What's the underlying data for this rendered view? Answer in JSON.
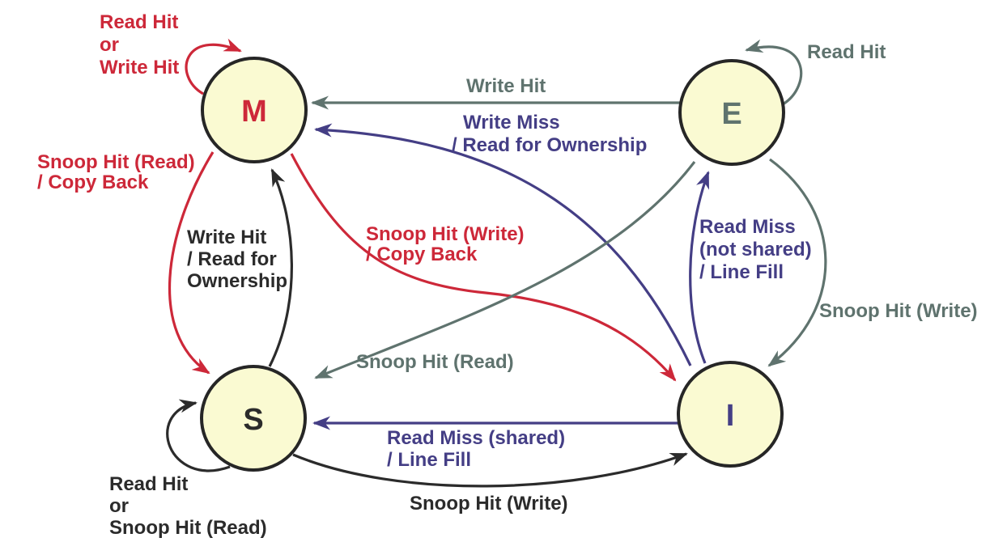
{
  "diagram": {
    "type": "state-machine",
    "colors": {
      "background": "#FFFFFF",
      "state_fill": "#FAFAD2",
      "state_border": "#262626",
      "red": "#CD2839",
      "gray": "#5F736E",
      "purple": "#443E85",
      "black": "#2B2B2B"
    },
    "states": {
      "m": {
        "label": "M",
        "color": "#CD2839"
      },
      "e": {
        "label": "E",
        "color": "#5F736E"
      },
      "s": {
        "label": "S",
        "color": "#2B2B2B"
      },
      "i": {
        "label": "I",
        "color": "#443E85"
      }
    },
    "transitions": {
      "m_self": {
        "from": "M",
        "to": "M",
        "color": "#CD2839",
        "lines": [
          "Read Hit",
          "or",
          "Write Hit"
        ]
      },
      "e_self": {
        "from": "E",
        "to": "E",
        "color": "#5F736E",
        "lines": [
          "Read Hit"
        ]
      },
      "e_to_m": {
        "from": "E",
        "to": "M",
        "color": "#5F736E",
        "lines": [
          "Write Hit"
        ]
      },
      "i_to_m": {
        "from": "I",
        "to": "M",
        "color": "#443E85",
        "lines": [
          "Write Miss",
          "/ Read for Ownership"
        ]
      },
      "m_to_s": {
        "from": "M",
        "to": "S",
        "color": "#CD2839",
        "lines": [
          "Snoop Hit (Read)",
          "/ Copy Back"
        ]
      },
      "s_to_m": {
        "from": "S",
        "to": "M",
        "color": "#2B2B2B",
        "lines": [
          "Write Hit",
          "/ Read for",
          "Ownership"
        ]
      },
      "m_to_i": {
        "from": "M",
        "to": "I",
        "color": "#CD2839",
        "lines": [
          "Snoop Hit (Write)",
          "/ Copy Back"
        ]
      },
      "e_to_s": {
        "from": "E",
        "to": "S",
        "color": "#5F736E",
        "lines": [
          "Snoop Hit (Read)"
        ]
      },
      "i_to_e": {
        "from": "I",
        "to": "E",
        "color": "#443E85",
        "lines": [
          "Read Miss",
          "(not shared)",
          "/ Line Fill"
        ]
      },
      "e_to_i": {
        "from": "E",
        "to": "I",
        "color": "#5F736E",
        "lines": [
          "Snoop Hit (Write)"
        ]
      },
      "i_to_s": {
        "from": "I",
        "to": "S",
        "color": "#443E85",
        "lines": [
          "Read Miss (shared)",
          "/ Line Fill"
        ]
      },
      "s_to_i": {
        "from": "S",
        "to": "I",
        "color": "#2B2B2B",
        "lines": [
          "Snoop Hit (Write)"
        ]
      },
      "s_self": {
        "from": "S",
        "to": "S",
        "color": "#2B2B2B",
        "lines": [
          "Read Hit",
          "or",
          "Snoop Hit (Read)"
        ]
      }
    }
  }
}
